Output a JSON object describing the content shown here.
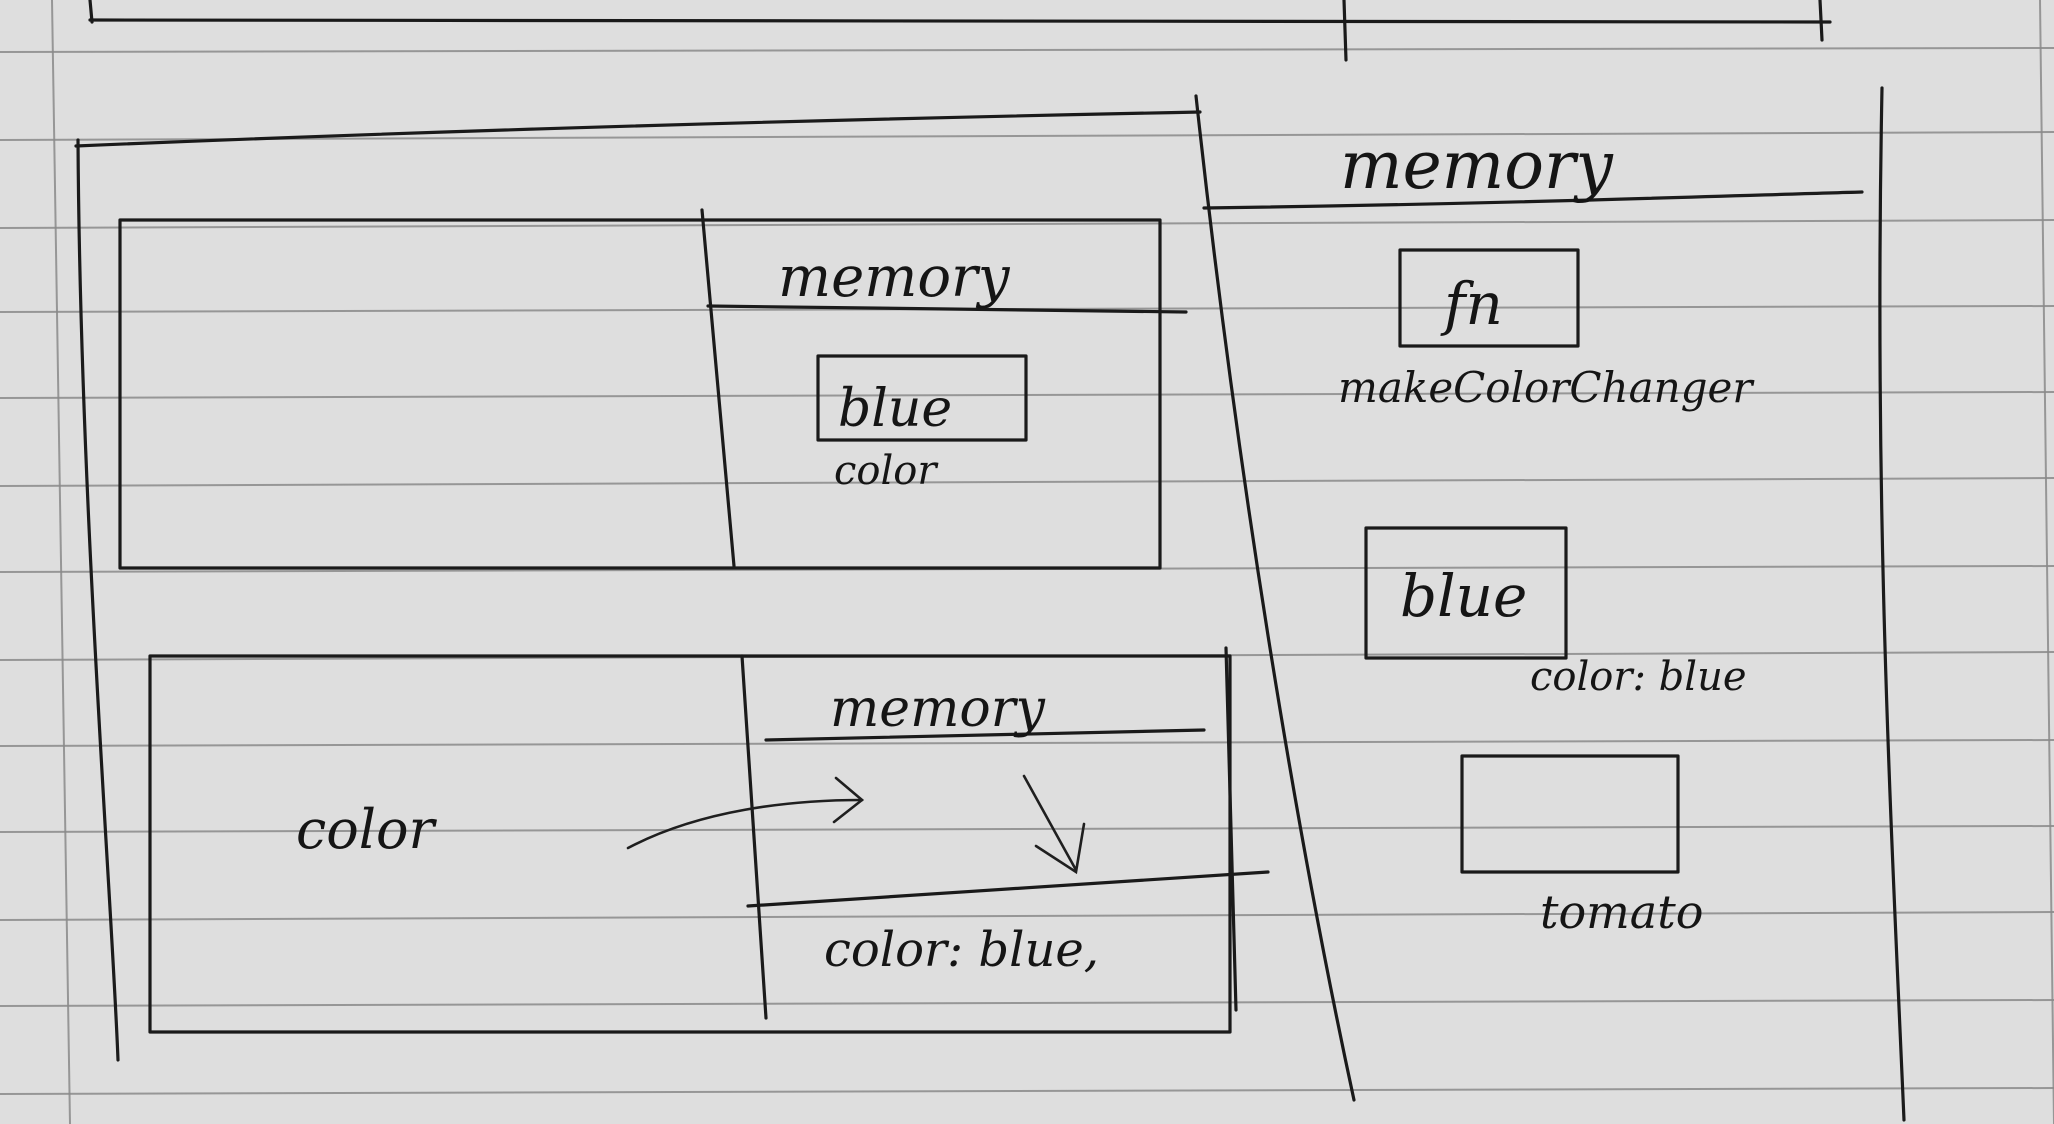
{
  "inner_box_1": {
    "memory_heading": "memory",
    "variable_value": "blue",
    "variable_name": "color"
  },
  "inner_box_2": {
    "memory_heading": "memory",
    "arrow_source_label": "color",
    "memory_entry": "color: blue,"
  },
  "global_memory": {
    "heading": "memory",
    "items": [
      {
        "value": "fn",
        "label": "makeColorChanger"
      },
      {
        "value": "blue",
        "label": "color: blue"
      },
      {
        "value": "",
        "label": "tomato"
      }
    ]
  }
}
